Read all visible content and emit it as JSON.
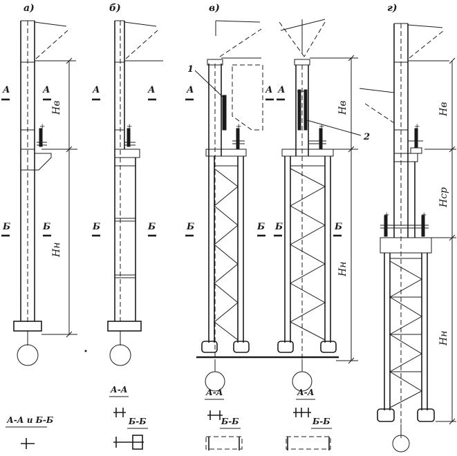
{
  "panels": {
    "a": "а)",
    "b": "б)",
    "v": "в)",
    "g": "г)"
  },
  "section_marks": {
    "aa": "А",
    "bb": "Б"
  },
  "dimensions": {
    "upper": "Нв",
    "lower": "Нн",
    "middle": "Нср"
  },
  "callouts": {
    "one": "1",
    "two": "2"
  },
  "section_titles": {
    "a_combined": "А-А и Б-Б",
    "aa": "А-А",
    "bb": "Б-Б"
  }
}
